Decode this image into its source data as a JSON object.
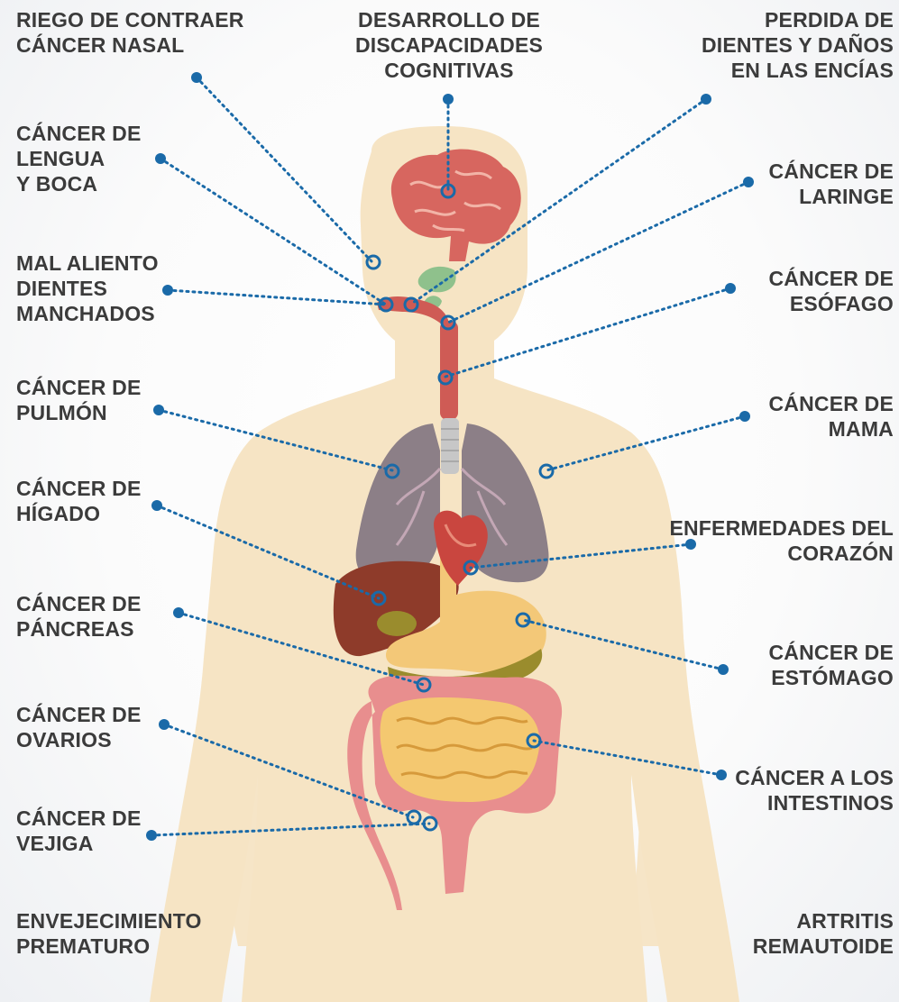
{
  "labels": {
    "nasal": "RIEGO DE CONTRAER\nCÁNCER NASAL",
    "cognitive": "DESARROLLO DE\nDISCAPACIDADES\nCOGNITIVAS",
    "teeth": "PERDIDA DE\nDIENTES Y DAÑOS\nEN LAS ENCÍAS",
    "tongue": "CÁNCER DE\nLENGUA\nY BOCA",
    "larynx": "CÁNCER DE\nLARINGE",
    "breath": "MAL ALIENTO\nDIENTES\nMANCHADOS",
    "esophagus": "CÁNCER DE\nESÓFAGO",
    "lung": "CÁNCER DE\nPULMÓN",
    "breast": "CÁNCER DE\nMAMA",
    "liver": "CÁNCER DE\nHÍGADO",
    "heart": "ENFERMEDADES DEL\nCORAZÓN",
    "pancreas": "CÁNCER DE\nPÁNCREAS",
    "stomach": "CÁNCER DE\nESTÓMAGO",
    "ovaries": "CÁNCER DE\nOVARIOS",
    "intestines": "CÁNCER A LOS\nINTESTINOS",
    "bladder": "CÁNCER DE\nVEJIGA",
    "aging": "ENVEJECIMIENTO\nPREMATURO",
    "arthritis": "ARTRITIS\nREMAUTOIDE"
  },
  "colors": {
    "text": "#3b3b3b",
    "leader": "#1a6aa8",
    "body": "#f6e4c4",
    "brain": "#d7665f",
    "lung": "#8c7f87",
    "liver": "#8e3b2a",
    "stomach": "#f3c878",
    "intestine_large": "#e88e8e",
    "intestine_small": "#f4c870",
    "heart": "#c9463f",
    "esophagus": "#cf5b55",
    "gland": "#8fc18c"
  }
}
